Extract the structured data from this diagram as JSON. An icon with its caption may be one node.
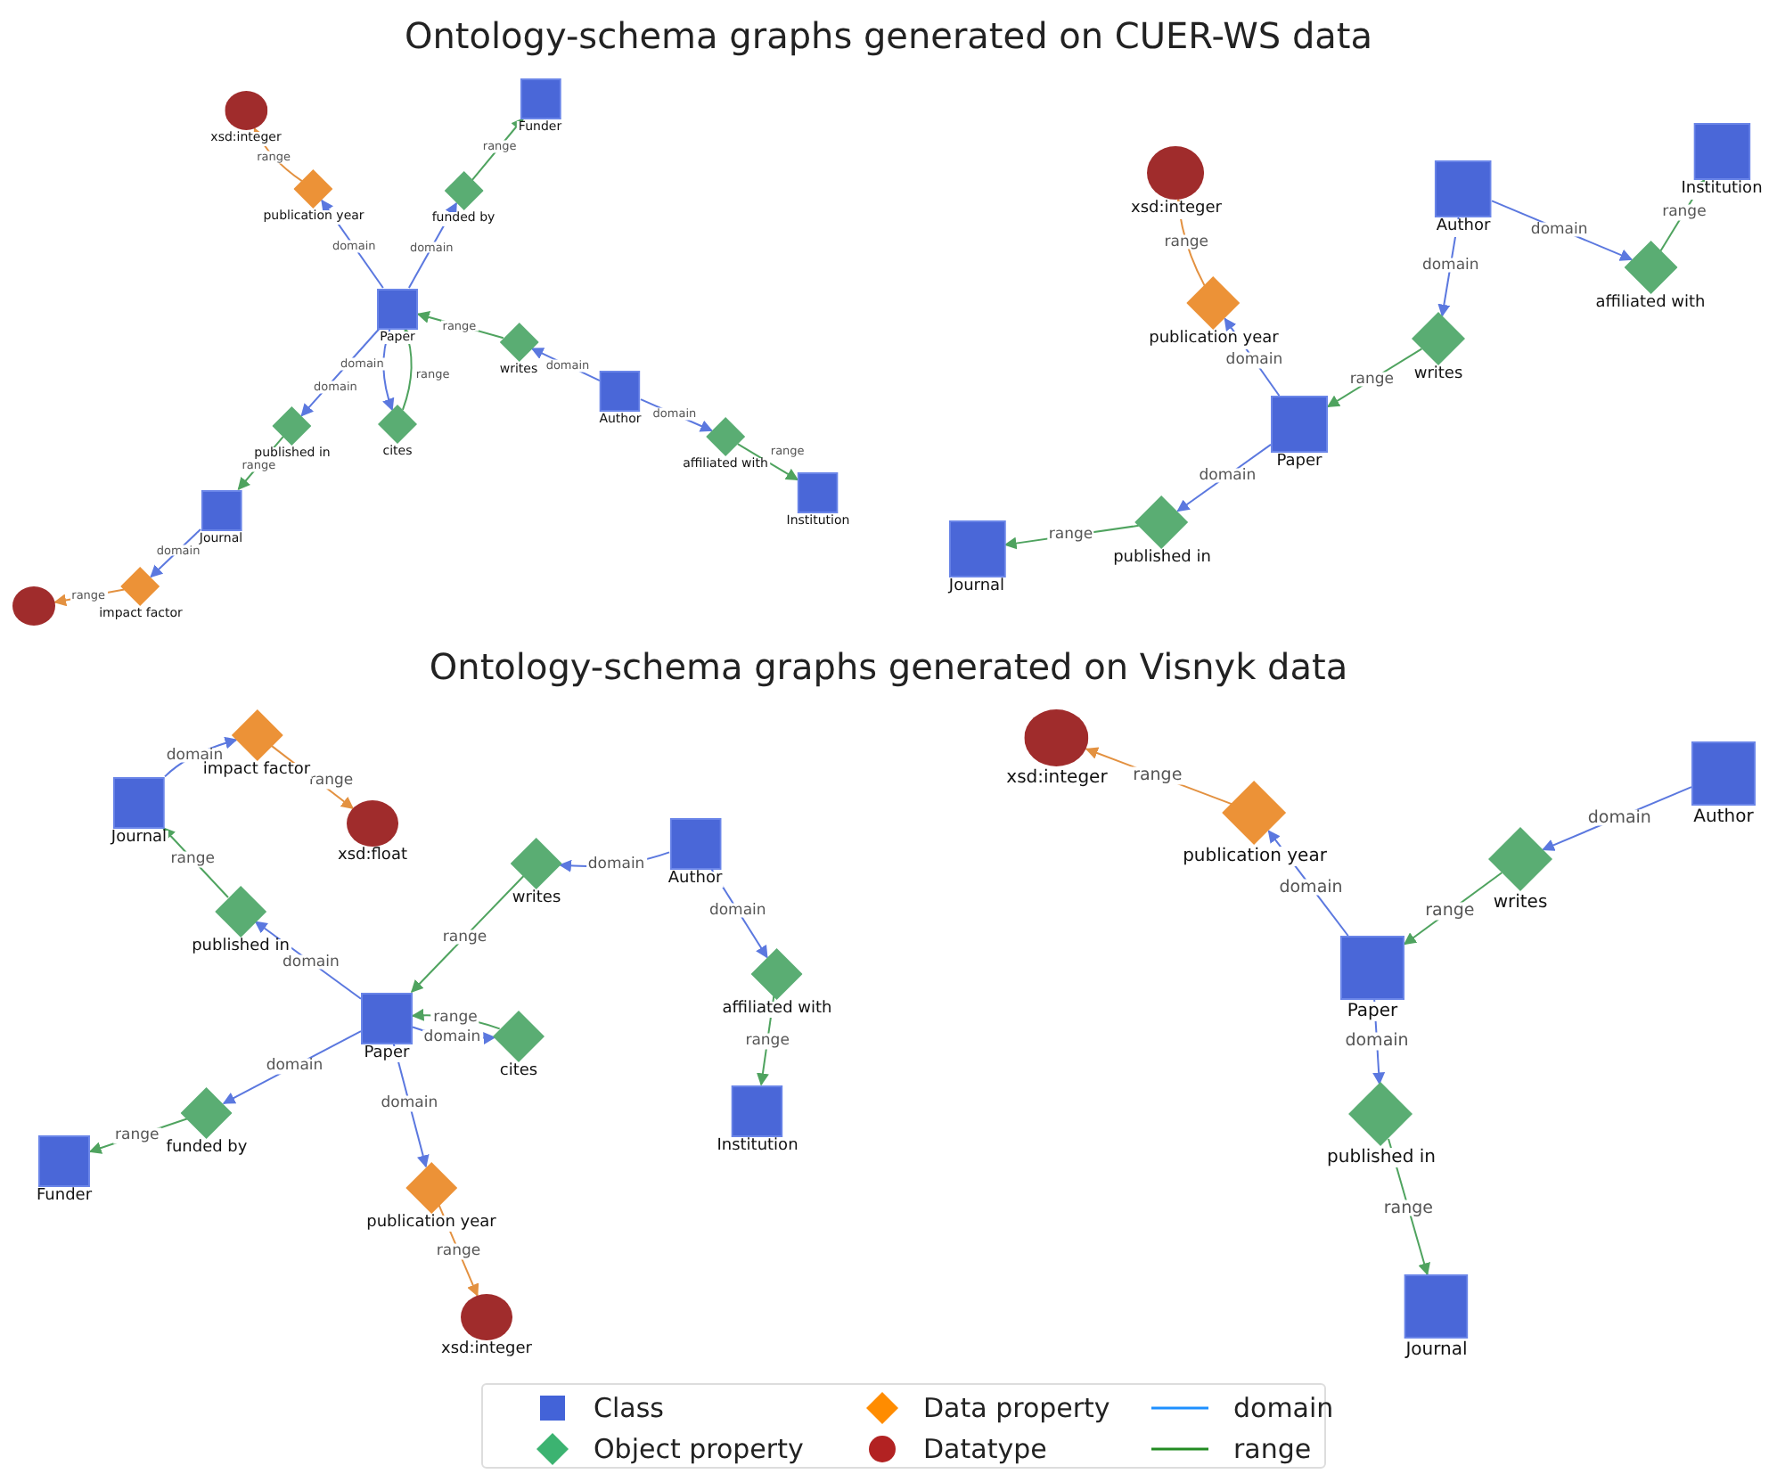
{
  "diagram": {
    "nodes": [
      {
        "text": [
          "xsd:integer"
        ]
      },
      {
        "text": [
          "publication year"
        ]
      },
      {
        "text": [
          "Funder"
        ]
      },
      {
        "text": [
          "funded by"
        ]
      },
      {
        "text": [
          "Paper"
        ]
      },
      {
        "text": [
          "writes"
        ]
      },
      {
        "text": [
          "Author"
        ]
      },
      {
        "text": [
          "published in"
        ]
      },
      {
        "text": [
          "cites"
        ]
      },
      {
        "text": [
          "affiliated with"
        ]
      },
      {
        "text": [
          "Journal"
        ]
      },
      {
        "text": [
          "Institution"
        ]
      },
      {
        "text": [
          "impact factor"
        ]
      },
      {
        "text": [],
        "shape": "circle"
      },
      {
        "text": [
          "xsd:integer"
        ]
      },
      {
        "text": [
          "publication year"
        ]
      },
      {
        "text": [
          "Author"
        ]
      },
      {
        "text": [
          "Institution"
        ]
      },
      {
        "text": [
          "affiliated with"
        ]
      },
      {
        "text": [
          "writes"
        ]
      },
      {
        "text": [
          "Paper"
        ]
      },
      {
        "text": [
          "published in"
        ]
      },
      {
        "text": [
          "Journal"
        ]
      },
      {
        "text": [
          "Journal"
        ]
      },
      {
        "text": [
          "impact factor"
        ]
      },
      {
        "text": [
          "xsd:float"
        ]
      },
      {
        "text": [
          "Author"
        ]
      },
      {
        "text": [
          "writes"
        ]
      },
      {
        "text": [
          "published in"
        ]
      },
      {
        "text": [
          "Paper"
        ]
      },
      {
        "text": [
          "cites"
        ]
      },
      {
        "text": [
          "affiliated with"
        ]
      },
      {
        "text": [
          "funded by"
        ]
      },
      {
        "text": [
          "Funder"
        ]
      },
      {
        "text": [
          "Institution"
        ]
      },
      {
        "text": [
          "publication year"
        ]
      },
      {
        "text": [
          "xsd:integer"
        ]
      },
      {
        "text": [
          "xsd:integer"
        ]
      },
      {
        "text": [
          "publication year"
        ]
      },
      {
        "text": [
          "Author"
        ]
      },
      {
        "text": [
          "writes"
        ]
      },
      {
        "text": [
          "Paper"
        ]
      },
      {
        "text": [
          "published in"
        ]
      },
      {
        "text": [
          "Journal"
        ]
      }
    ],
    "edges": [
      {
        "from": 4,
        "to": 1,
        "arrow": "to",
        "label": "domain",
        "color": "#5b78df"
      },
      {
        "from": 1,
        "to": 0,
        "arrow": "to",
        "label": "range",
        "color": "#e39140"
      },
      {
        "from": 4,
        "to": 3,
        "arrow": "to",
        "label": "domain",
        "color": "#5b78df"
      },
      {
        "from": 3,
        "to": 2,
        "arrow": "to",
        "label": "range",
        "color": "#4fa35f"
      },
      {
        "from": 5,
        "to": 4,
        "arrow": "to",
        "label": "range",
        "color": "#4fa35f"
      },
      {
        "from": 6,
        "to": 5,
        "arrow": "to",
        "label": "domain",
        "color": "#5b78df"
      },
      {
        "from": 6,
        "to": 9,
        "arrow": "to",
        "label": "domain",
        "color": "#5b78df"
      },
      {
        "from": 9,
        "to": 11,
        "arrow": "to",
        "label": "range",
        "color": "#4fa35f"
      },
      {
        "from": 4,
        "to": 7,
        "arrow": "to",
        "label": "domain",
        "color": "#5b78df"
      },
      {
        "from": 7,
        "to": 10,
        "arrow": "to",
        "label": "range",
        "color": "#4fa35f"
      },
      {
        "from": 4,
        "to": 8,
        "arrow": "to",
        "label": "domain",
        "color": "#5b78df"
      },
      {
        "from": 8,
        "to": 4,
        "arrow": "to",
        "label": "range",
        "color": "#4fa35f"
      },
      {
        "from": 10,
        "to": 12,
        "arrow": "to",
        "label": "domain",
        "color": "#5b78df"
      },
      {
        "from": 12,
        "to": 13,
        "arrow": "to",
        "label": "range",
        "color": "#e39140"
      },
      {
        "from": 20,
        "to": 15,
        "arrow": "to",
        "label": "domain",
        "color": "#5b78df"
      },
      {
        "from": 15,
        "to": 14,
        "arrow": "to",
        "label": "range",
        "color": "#e39140"
      },
      {
        "from": 16,
        "to": 19,
        "arrow": "to",
        "label": "domain",
        "color": "#5b78df"
      },
      {
        "from": 19,
        "to": 20,
        "arrow": "to",
        "label": "range",
        "color": "#4fa35f"
      },
      {
        "from": 16,
        "to": 18,
        "arrow": "to",
        "label": "domain",
        "color": "#5b78df"
      },
      {
        "from": 18,
        "to": 17,
        "arrow": "to",
        "label": "range",
        "color": "#4fa35f"
      },
      {
        "from": 20,
        "to": 21,
        "arrow": "to",
        "label": "domain",
        "color": "#5b78df"
      },
      {
        "from": 21,
        "to": 22,
        "arrow": "to",
        "label": "range",
        "color": "#4fa35f"
      },
      {
        "from": 23,
        "to": 24,
        "arrow": "to",
        "label": "domain",
        "color": "#5b78df"
      },
      {
        "from": 24,
        "to": 25,
        "arrow": "to",
        "label": "range",
        "color": "#e39140"
      },
      {
        "from": 26,
        "to": 27,
        "arrow": "to",
        "label": "domain",
        "color": "#5b78df"
      },
      {
        "from": 27,
        "to": 29,
        "arrow": "to",
        "label": "range",
        "color": "#4fa35f"
      },
      {
        "from": 29,
        "to": 28,
        "arrow": "to",
        "label": "domain",
        "color": "#5b78df"
      },
      {
        "from": 28,
        "to": 23,
        "arrow": "to",
        "label": "range",
        "color": "#4fa35f"
      },
      {
        "from": 29,
        "to": 30,
        "arrow": "to",
        "label": "domain",
        "color": "#5b78df"
      },
      {
        "from": 30,
        "to": 29,
        "arrow": "to",
        "label": "range",
        "color": "#4fa35f"
      },
      {
        "from": 26,
        "to": 31,
        "arrow": "to",
        "label": "domain",
        "color": "#5b78df"
      },
      {
        "from": 31,
        "to": 34,
        "arrow": "to",
        "label": "range",
        "color": "#4fa35f"
      },
      {
        "from": 29,
        "to": 32,
        "arrow": "to",
        "label": "domain",
        "color": "#5b78df"
      },
      {
        "from": 32,
        "to": 33,
        "arrow": "to",
        "label": "range",
        "color": "#4fa35f"
      },
      {
        "from": 29,
        "to": 35,
        "arrow": "to",
        "label": "domain",
        "color": "#5b78df"
      },
      {
        "from": 35,
        "to": 36,
        "arrow": "to",
        "label": "range",
        "color": "#e39140"
      },
      {
        "from": 41,
        "to": 38,
        "arrow": "to",
        "label": "domain",
        "color": "#5b78df"
      },
      {
        "from": 38,
        "to": 37,
        "arrow": "to",
        "label": "range",
        "color": "#e39140"
      },
      {
        "from": 39,
        "to": 40,
        "arrow": "to",
        "label": "domain",
        "color": "#5b78df"
      },
      {
        "from": 40,
        "to": 41,
        "arrow": "to",
        "label": "range",
        "color": "#4fa35f"
      },
      {
        "from": 41,
        "to": 42,
        "arrow": "to",
        "label": "domain",
        "color": "#5b78df"
      },
      {
        "from": 42,
        "to": 43,
        "arrow": "to",
        "label": "range",
        "color": "#4fa35f"
      }
    ],
    "labels": [
      "Ontology-schema graphs generated on CUER-WS data",
      "Ontology-schema graphs generated on Visnyk data"
    ],
    "legend": [
      {
        "text": "Class",
        "color": "#4363d8"
      },
      {
        "text": "Object property",
        "color": "#3cb371"
      },
      {
        "text": "Data property",
        "color": "#ff8c00"
      },
      {
        "text": "Datatype",
        "color": "#b22222"
      },
      {
        "text": "domain",
        "color": "#1e90ff"
      },
      {
        "text": "range",
        "color": "#228b22"
      }
    ]
  }
}
